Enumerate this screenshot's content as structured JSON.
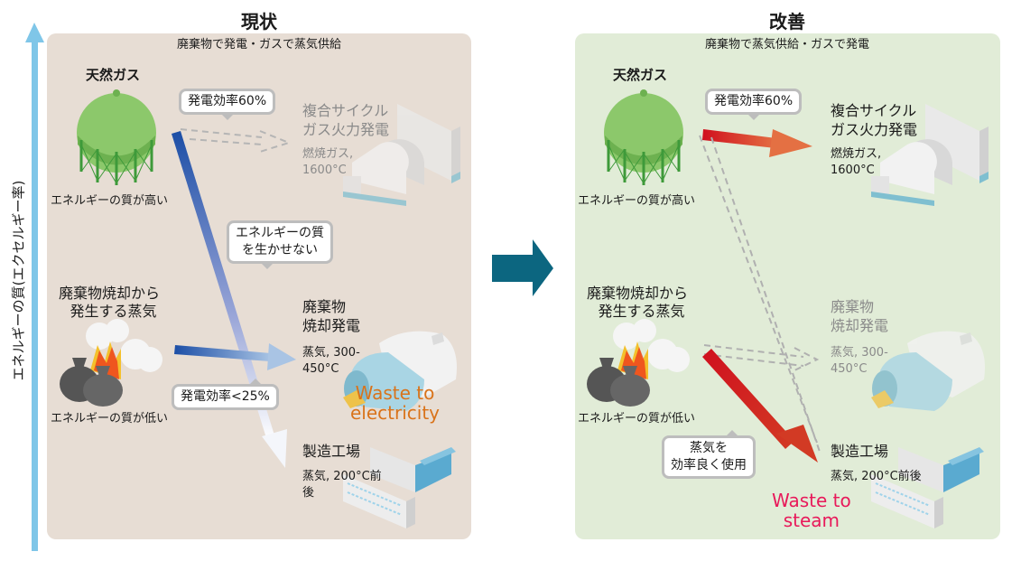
{
  "axis": {
    "label": "エネルギーの質(エクセルギー率)"
  },
  "current": {
    "title": "現状",
    "subtitle": "廃棄物で発電・ガスで蒸気供給",
    "gas": {
      "name": "天然ガス",
      "quality": "エネルギーの質が高い"
    },
    "waste": {
      "name_line1": "廃棄物焼却から",
      "name_line2": "発生する蒸気",
      "quality": "エネルギーの質が低い"
    },
    "bubble_gas": "発電効率60%",
    "bubble_quality_line1": "エネルギーの質",
    "bubble_quality_line2": "を生かせない",
    "bubble_waste": "発電効率<25%",
    "plant_cc": {
      "line1": "複合サイクル",
      "line2": "ガス火力発電",
      "detail1": "燃焼ガス,",
      "detail2": "1600°C"
    },
    "plant_waste": {
      "line1": "廃棄物",
      "line2": "焼却発電",
      "detail1": "蒸気, 300-",
      "detail2": "450°C"
    },
    "factory": {
      "name": "製造工場",
      "detail1": "蒸気, 200°C前",
      "detail2": "後"
    },
    "tag": {
      "line1": "Waste to",
      "line2": "electricity",
      "color": "#d9731a"
    }
  },
  "improved": {
    "title": "改善",
    "subtitle": "廃棄物で蒸気供給・ガスで発電",
    "gas": {
      "name": "天然ガス",
      "quality": "エネルギーの質が高い"
    },
    "waste": {
      "name_line1": "廃棄物焼却から",
      "name_line2": "発生する蒸気",
      "quality": "エネルギーの質が低い"
    },
    "bubble_gas": "発電効率60%",
    "bubble_steam_line1": "蒸気を",
    "bubble_steam_line2": "効率良く使用",
    "plant_cc": {
      "line1": "複合サイクル",
      "line2": "ガス火力発電",
      "detail1": "燃焼ガス,",
      "detail2": "1600°C"
    },
    "plant_waste": {
      "line1": "廃棄物",
      "line2": "焼却発電",
      "detail1": "蒸気, 300-",
      "detail2": "450°C"
    },
    "factory": {
      "name": "製造工場",
      "detail": "蒸気, 200°C前後"
    },
    "tag": {
      "line1": "Waste to",
      "line2": "steam",
      "color": "#e8195a"
    }
  },
  "colors": {
    "axis_arrow": "#7fc6e8",
    "transition_arrow": "#0c6680",
    "blue_arrow": "#2050a8",
    "red_arrow": "#d0141e"
  }
}
